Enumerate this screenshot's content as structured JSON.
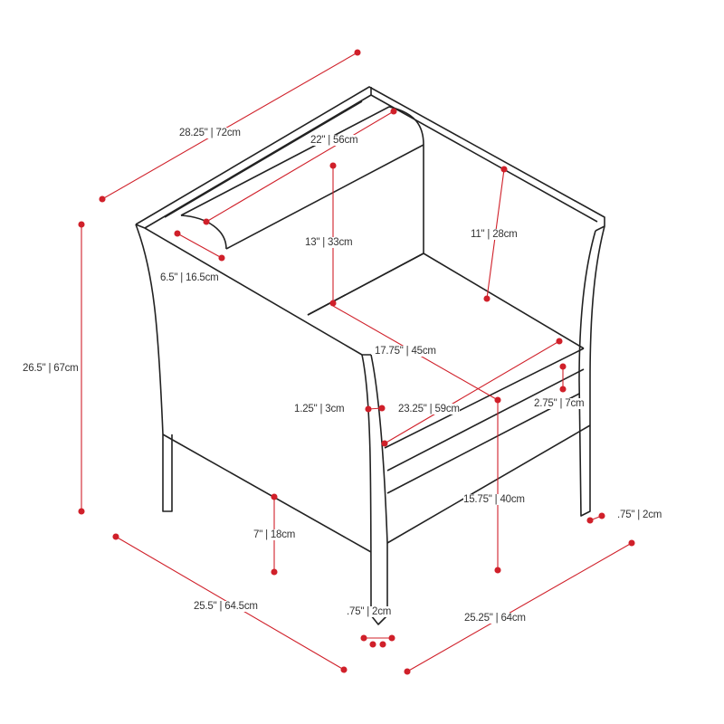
{
  "colors": {
    "dimension": "#d0202a",
    "outline": "#222222"
  },
  "dimensions": [
    {
      "name": "overall-depth-top",
      "label": "28.25\" | 72cm"
    },
    {
      "name": "back-cushion-width",
      "label": "22\" | 56cm"
    },
    {
      "name": "arm-height-above-seat",
      "label": "11\" | 28cm"
    },
    {
      "name": "back-height",
      "label": "13\" | 33cm"
    },
    {
      "name": "arm-width",
      "label": "6.5\" | 16.5cm"
    },
    {
      "name": "overall-height",
      "label": "26.5\" | 67cm"
    },
    {
      "name": "seat-depth",
      "label": "17.75\" | 45cm"
    },
    {
      "name": "arm-thickness",
      "label": "1.25\" | 3cm"
    },
    {
      "name": "seat-width",
      "label": "23.25\" | 59cm"
    },
    {
      "name": "cushion-thickness",
      "label": "2.75\" | 7cm"
    },
    {
      "name": "seat-height",
      "label": "15.75\" | 40cm"
    },
    {
      "name": "rear-leg-thickness",
      "label": ".75\" | 2cm"
    },
    {
      "name": "leg-clearance",
      "label": "7\" | 18cm"
    },
    {
      "name": "overall-depth",
      "label": "25.5\" | 64.5cm"
    },
    {
      "name": "front-leg-thickness",
      "label": ".75\" | 2cm"
    },
    {
      "name": "overall-width",
      "label": "25.25\" | 64cm"
    }
  ]
}
